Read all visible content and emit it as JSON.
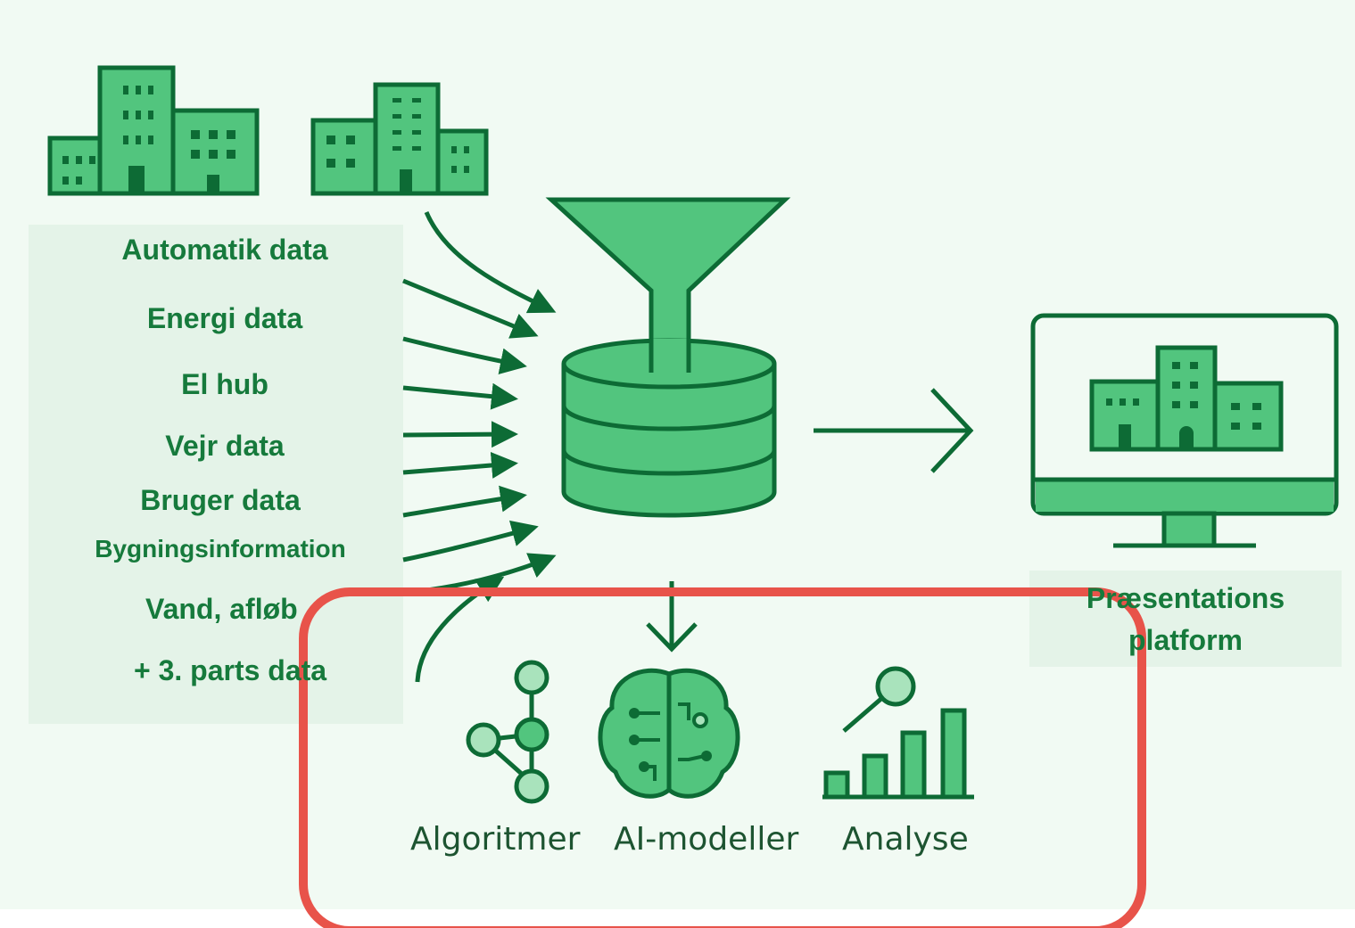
{
  "sources": {
    "items": [
      "Automatik data",
      "Energi data",
      "El hub",
      "Vejr data",
      "Bruger data",
      "Bygningsinformation",
      "Vand, afløb",
      "+ 3. parts data"
    ]
  },
  "output": {
    "label_line1": "Præsentations",
    "label_line2": "platform"
  },
  "processing": {
    "algorithms_label": "Algoritmer",
    "ai_label": "AI-modeller",
    "analysis_label": "Analyse"
  },
  "colors": {
    "background": "#f1faf3",
    "panel": "#e4f3e8",
    "green_fill": "#52c57e",
    "green_light": "#a9e3bc",
    "dark_green": "#0d6b35",
    "text_green": "#167a3c",
    "highlight_red": "#e8534a"
  },
  "icons": [
    "building-icon",
    "funnel-icon",
    "database-icon",
    "monitor-icon",
    "graph-nodes-icon",
    "brain-icon",
    "bar-chart-magnifier-icon"
  ]
}
